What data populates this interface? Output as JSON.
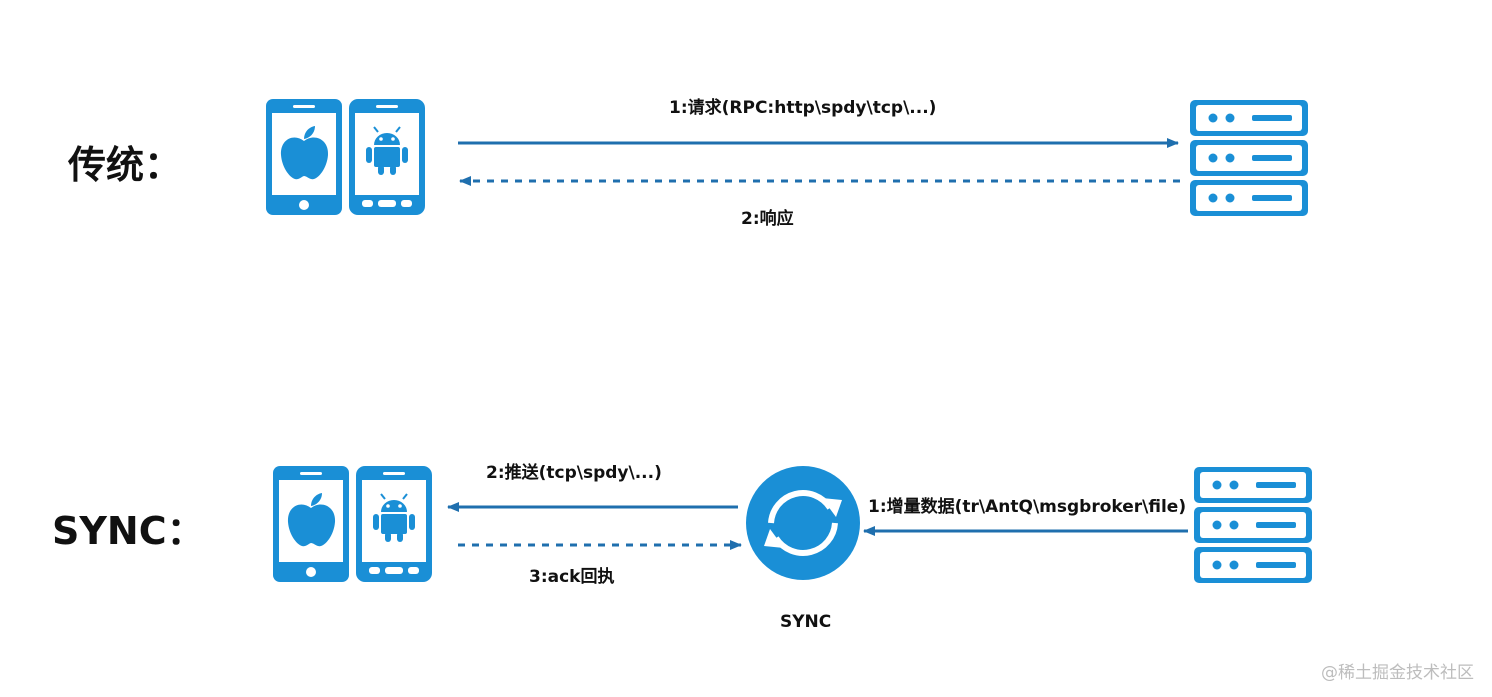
{
  "traditional": {
    "label": "传统：",
    "request_label": "1:请求(RPC:http\\spdy\\tcp\\...)",
    "response_label": "2:响应"
  },
  "sync": {
    "label": "SYNC：",
    "push_label": "2:推送(tcp\\spdy\\...)",
    "ack_label": "3:ack回执",
    "incremental_label": "1:增量数据(tr\\AntQ\\msgbroker\\file)",
    "hub_label": "SYNC"
  },
  "watermark": "@稀土掘金技术社区",
  "colors": {
    "icon_blue": "#1a8fd6",
    "arrow_blue": "#1f6fae",
    "text": "#111111"
  },
  "icons": [
    "apple-phone-icon",
    "android-phone-icon",
    "server-icon",
    "sync-icon"
  ]
}
